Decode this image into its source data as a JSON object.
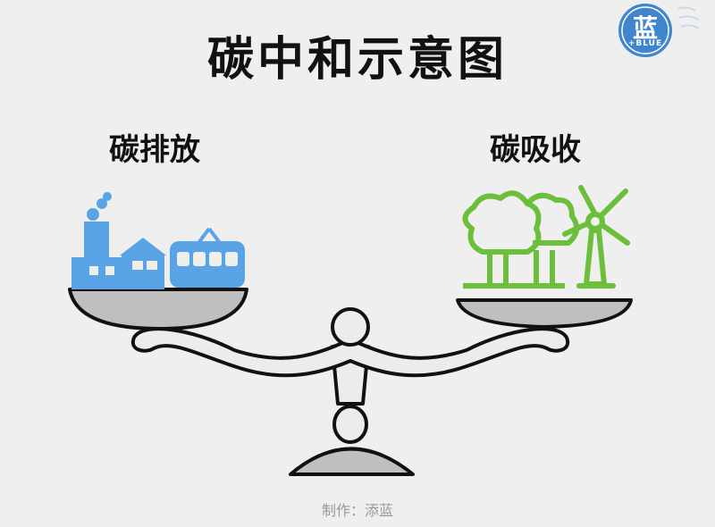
{
  "title": "碳中和示意图",
  "left_label": "碳排放",
  "right_label": "碳吸收",
  "credit": "制作：添蓝",
  "stamp": {
    "main": "蓝",
    "sub": "+BLUE"
  },
  "colors": {
    "emission": "#5aa4e6",
    "absorption": "#6cbf3a",
    "stamp": "#3f86cf",
    "scale": "#bfbfbf",
    "outline": "#111111",
    "background": "#efefef"
  },
  "icons": [
    "factory-icon",
    "house-icon",
    "train-icon",
    "tree-group-icon",
    "wind-turbine-icon",
    "balance-scale-icon"
  ]
}
